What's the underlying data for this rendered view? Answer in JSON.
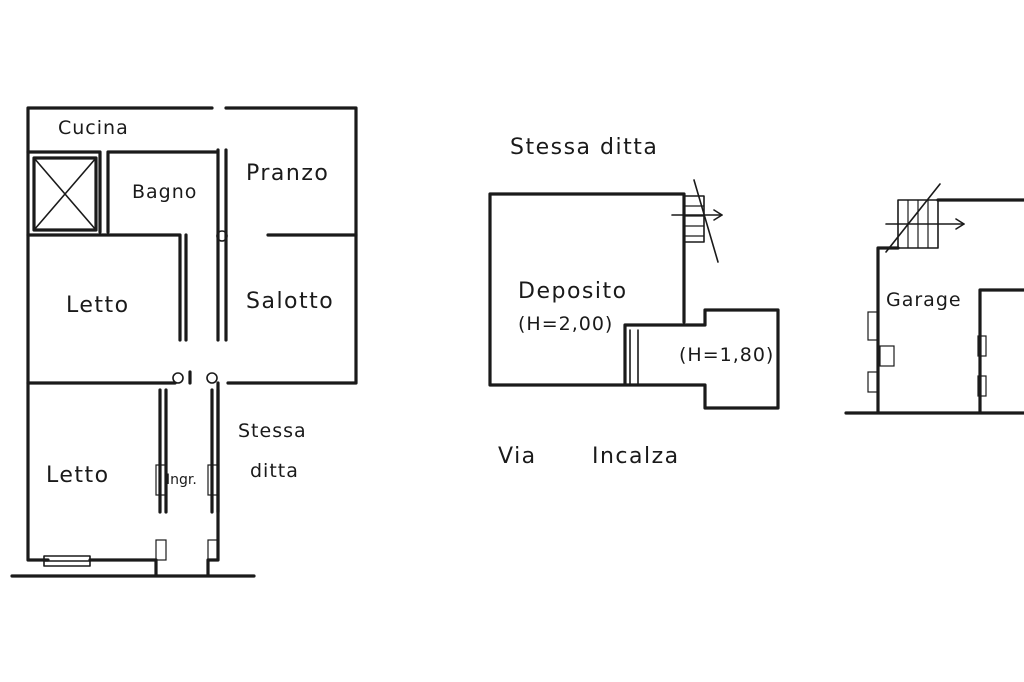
{
  "apartment": {
    "rooms": {
      "kitchen": "Cucina",
      "bathroom": "Bagno",
      "dining": "Pranzo",
      "bedroom_1": "Letto",
      "living": "Salotto",
      "bedroom_2": "Letto",
      "closet": "Ingr."
    },
    "neighbor_label_line1": "Stessa",
    "neighbor_label_line2": "ditta"
  },
  "annex": {
    "neighbor_label": "Stessa ditta",
    "deposit": {
      "name": "Deposito",
      "height": "(H=2,00)",
      "extension_height": "(H=1,80)"
    },
    "garage": "Garage",
    "street": {
      "prefix": "Via",
      "name": "Incalza"
    }
  }
}
